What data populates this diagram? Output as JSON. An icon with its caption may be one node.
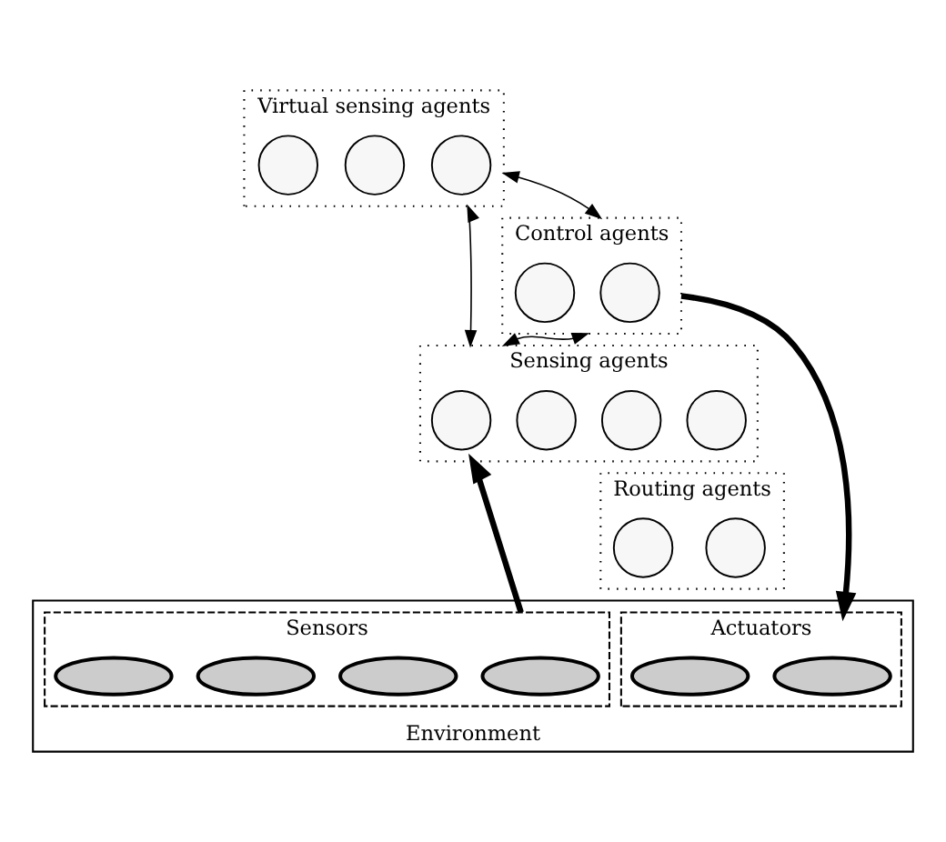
{
  "diagram": {
    "nodes": [
      {
        "text": [
          "Virtual sensing agents"
        ]
      },
      {
        "text": [],
        "shape": "circle",
        "in": 0
      },
      {
        "text": [],
        "shape": "circle",
        "in": 0
      },
      {
        "text": [],
        "shape": "circle",
        "in": 0
      },
      {
        "text": [
          "Control agents"
        ]
      },
      {
        "text": [],
        "shape": "circle",
        "in": 4
      },
      {
        "text": [],
        "shape": "circle",
        "in": 4
      },
      {
        "text": [
          "Sensing agents"
        ]
      },
      {
        "text": [],
        "shape": "circle",
        "in": 7
      },
      {
        "text": [],
        "shape": "circle",
        "in": 7
      },
      {
        "text": [],
        "shape": "circle",
        "in": 7
      },
      {
        "text": [],
        "shape": "circle",
        "in": 7
      },
      {
        "text": [
          "Routing agents"
        ]
      },
      {
        "text": [],
        "shape": "circle",
        "in": 12
      },
      {
        "text": [],
        "shape": "circle",
        "in": 12
      },
      {
        "text": [
          "Environment"
        ]
      },
      {
        "text": [
          "Actuators"
        ],
        "in": 15
      },
      {
        "text": [],
        "shape": "ellipse",
        "in": 16
      },
      {
        "text": [],
        "shape": "ellipse",
        "in": 16
      },
      {
        "text": [
          "Sensors"
        ],
        "in": 15
      },
      {
        "text": [],
        "shape": "ellipse",
        "in": 19
      },
      {
        "text": [],
        "shape": "ellipse",
        "in": 19
      },
      {
        "text": [],
        "shape": "ellipse",
        "in": 19
      },
      {
        "text": [],
        "shape": "ellipse",
        "in": 19
      }
    ],
    "edges": [
      {
        "from": 0,
        "to": 4,
        "arrow": "both"
      },
      {
        "from": 0,
        "to": 7,
        "arrow": "both"
      },
      {
        "from": 4,
        "to": 7,
        "arrow": "both"
      },
      {
        "from": 4,
        "to": 16,
        "arrow": "to",
        "style": "thick"
      },
      {
        "from": 19,
        "to": 7,
        "arrow": "to",
        "style": "thick"
      }
    ]
  }
}
